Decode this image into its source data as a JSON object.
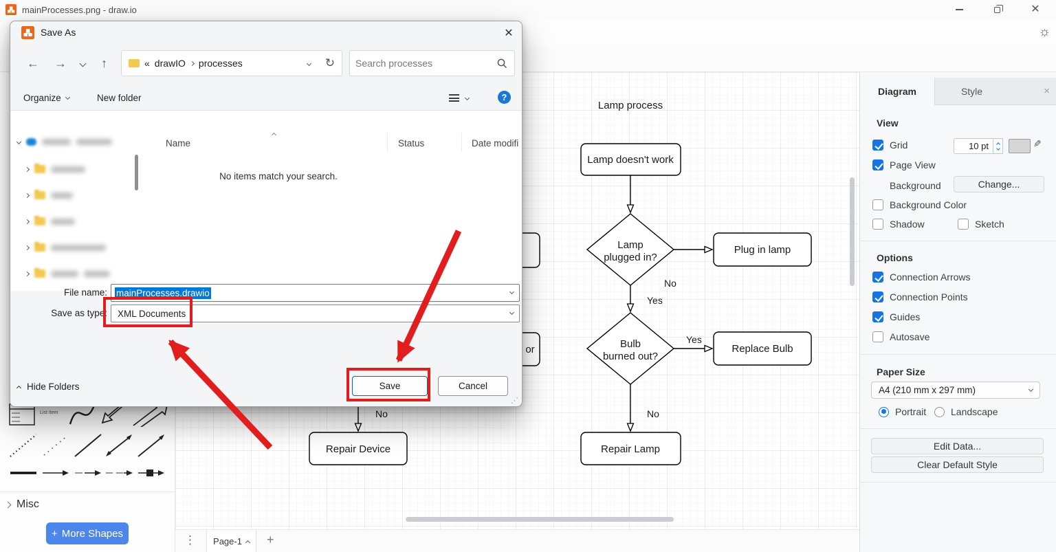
{
  "window": {
    "title": "mainProcesses.png - draw.io"
  },
  "dialog": {
    "title": "Save As",
    "nav": {
      "root_glyph": "«",
      "crumb1": "drawIO",
      "crumb2": "processes",
      "search_placeholder": "Search processes"
    },
    "commands": {
      "organize": "Organize",
      "new_folder": "New folder"
    },
    "list": {
      "col_name": "Name",
      "col_status": "Status",
      "col_date": "Date modifi",
      "empty": "No items match your search."
    },
    "fields": {
      "file_name_label": "File name:",
      "file_name_value": "mainProcesses.drawio",
      "save_type_label": "Save as type:",
      "save_type_value": "XML Documents"
    },
    "footer": {
      "hide_folders": "Hide Folders",
      "save": "Save",
      "cancel": "Cancel"
    }
  },
  "format_panel": {
    "tab_diagram": "Diagram",
    "tab_style": "Style",
    "close": "×",
    "view": {
      "heading": "View",
      "grid": "Grid",
      "grid_size": "10 pt",
      "page_view": "Page View",
      "background": "Background",
      "change": "Change...",
      "background_color": "Background Color",
      "shadow": "Shadow",
      "sketch": "Sketch"
    },
    "options": {
      "heading": "Options",
      "connection_arrows": "Connection Arrows",
      "connection_points": "Connection Points",
      "guides": "Guides",
      "autosave": "Autosave"
    },
    "paper": {
      "heading": "Paper Size",
      "size": "A4 (210 mm x 297 mm)",
      "portrait": "Portrait",
      "landscape": "Landscape"
    },
    "buttons": {
      "edit_data": "Edit Data...",
      "clear_default_style": "Clear Default Style"
    }
  },
  "flowchart": {
    "title": "Lamp process",
    "nodes": {
      "start": "Lamp doesn't work",
      "d1_line1": "Lamp",
      "d1_line2": "plugged in?",
      "plug": "Plug in lamp",
      "d2_line1": "Bulb",
      "d2_line2": "burned out?",
      "replace": "Replace Bulb",
      "repair_lamp": "Repair Lamp",
      "repair_device": "Repair Device",
      "partial": "or"
    },
    "edge_labels": {
      "no1": "No",
      "yes1": "Yes",
      "yes2": "Yes",
      "no2": "No",
      "no3": "No"
    }
  },
  "shapes_panel": {
    "list_item_label": "List Item",
    "misc": "Misc",
    "more_shapes_plus": "+",
    "more_shapes": "More Shapes"
  },
  "page_bar": {
    "page1": "Page-1",
    "add": "+"
  },
  "colors": {
    "accent_blue": "#1673e6",
    "annotation_red": "#e21d1d",
    "drawio_orange": "#f08705",
    "help_blue": "#1878d2",
    "selection_blue": "#0078d7",
    "more_shapes_blue": "#4b87ea"
  }
}
